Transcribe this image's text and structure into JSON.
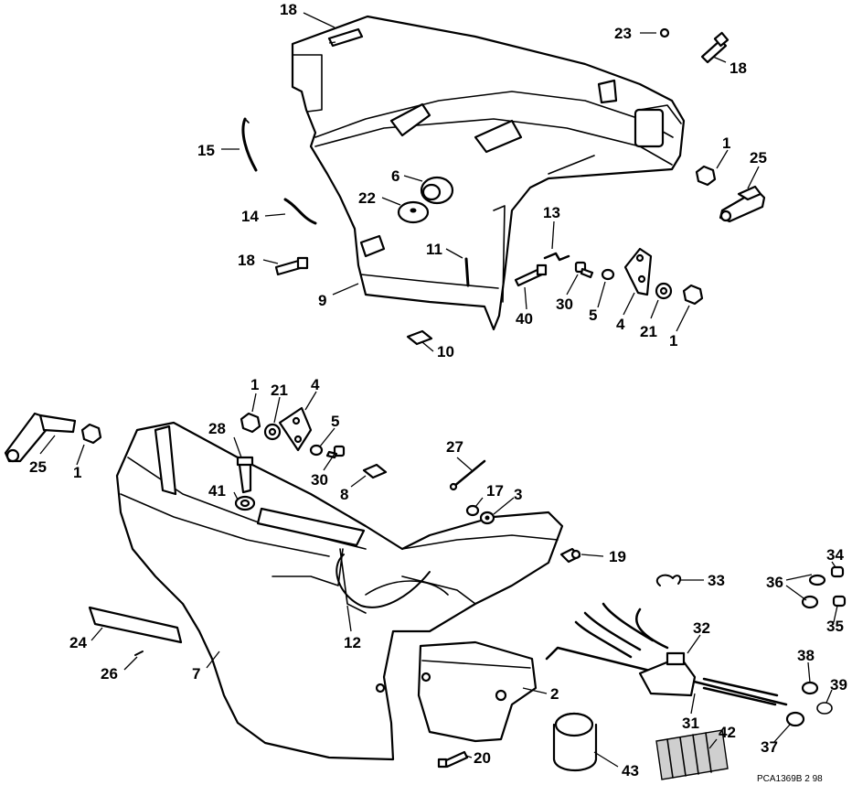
{
  "callouts": [
    {
      "n": "18"
    },
    {
      "n": "23"
    },
    {
      "n": "18"
    },
    {
      "n": "15"
    },
    {
      "n": "1"
    },
    {
      "n": "25"
    },
    {
      "n": "6"
    },
    {
      "n": "22"
    },
    {
      "n": "14"
    },
    {
      "n": "13"
    },
    {
      "n": "11"
    },
    {
      "n": "18"
    },
    {
      "n": "9"
    },
    {
      "n": "40"
    },
    {
      "n": "30"
    },
    {
      "n": "5"
    },
    {
      "n": "4"
    },
    {
      "n": "21"
    },
    {
      "n": "1"
    },
    {
      "n": "10"
    },
    {
      "n": "1"
    },
    {
      "n": "21"
    },
    {
      "n": "4"
    },
    {
      "n": "28"
    },
    {
      "n": "5"
    },
    {
      "n": "25"
    },
    {
      "n": "1"
    },
    {
      "n": "30"
    },
    {
      "n": "27"
    },
    {
      "n": "41"
    },
    {
      "n": "8"
    },
    {
      "n": "17"
    },
    {
      "n": "3"
    },
    {
      "n": "19"
    },
    {
      "n": "34"
    },
    {
      "n": "33"
    },
    {
      "n": "36"
    },
    {
      "n": "35"
    },
    {
      "n": "32"
    },
    {
      "n": "24"
    },
    {
      "n": "12"
    },
    {
      "n": "26"
    },
    {
      "n": "7"
    },
    {
      "n": "38"
    },
    {
      "n": "2"
    },
    {
      "n": "39"
    },
    {
      "n": "31"
    },
    {
      "n": "37"
    },
    {
      "n": "42"
    },
    {
      "n": "20"
    },
    {
      "n": "43"
    }
  ],
  "drawing_code": "PCA1369B  2 98"
}
